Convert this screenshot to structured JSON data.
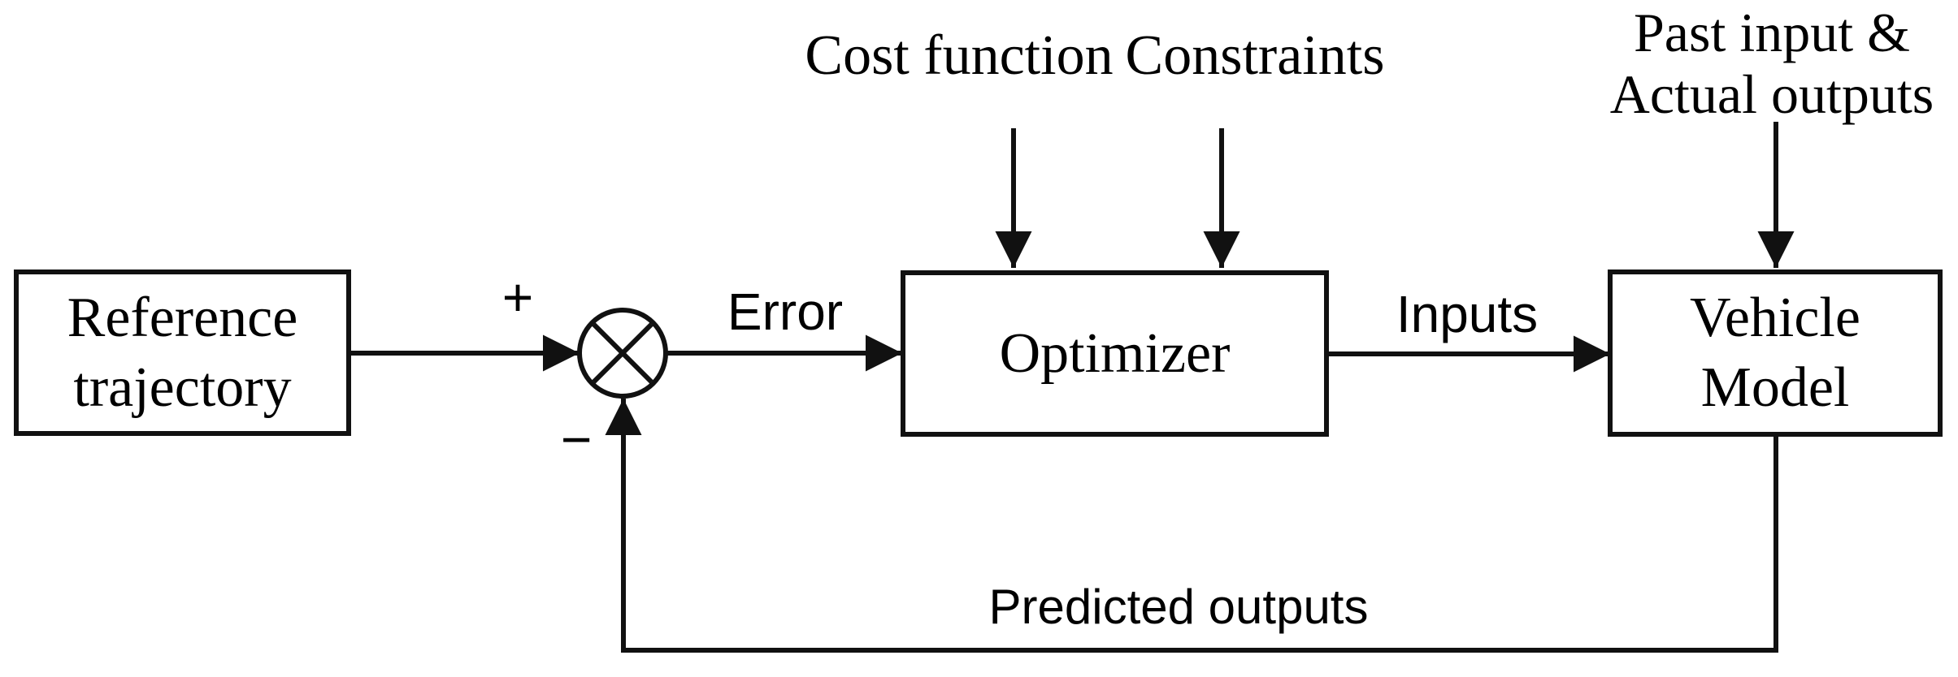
{
  "blocks": {
    "reference": {
      "line1": "Reference",
      "line2": "trajectory"
    },
    "optimizer": {
      "label": "Optimizer"
    },
    "vehicle_model": {
      "line1": "Vehicle",
      "line2": "Model"
    }
  },
  "labels": {
    "cost_function": "Cost function",
    "constraints": "Constraints",
    "past_inputs_line1": "Past input &",
    "past_inputs_line2": "Actual outputs",
    "error": "Error",
    "inputs": "Inputs",
    "predicted_outputs": "Predicted outputs",
    "plus": "+",
    "minus": "−"
  },
  "colors": {
    "line": "#111111",
    "background": "#ffffff",
    "text": "#000000"
  }
}
